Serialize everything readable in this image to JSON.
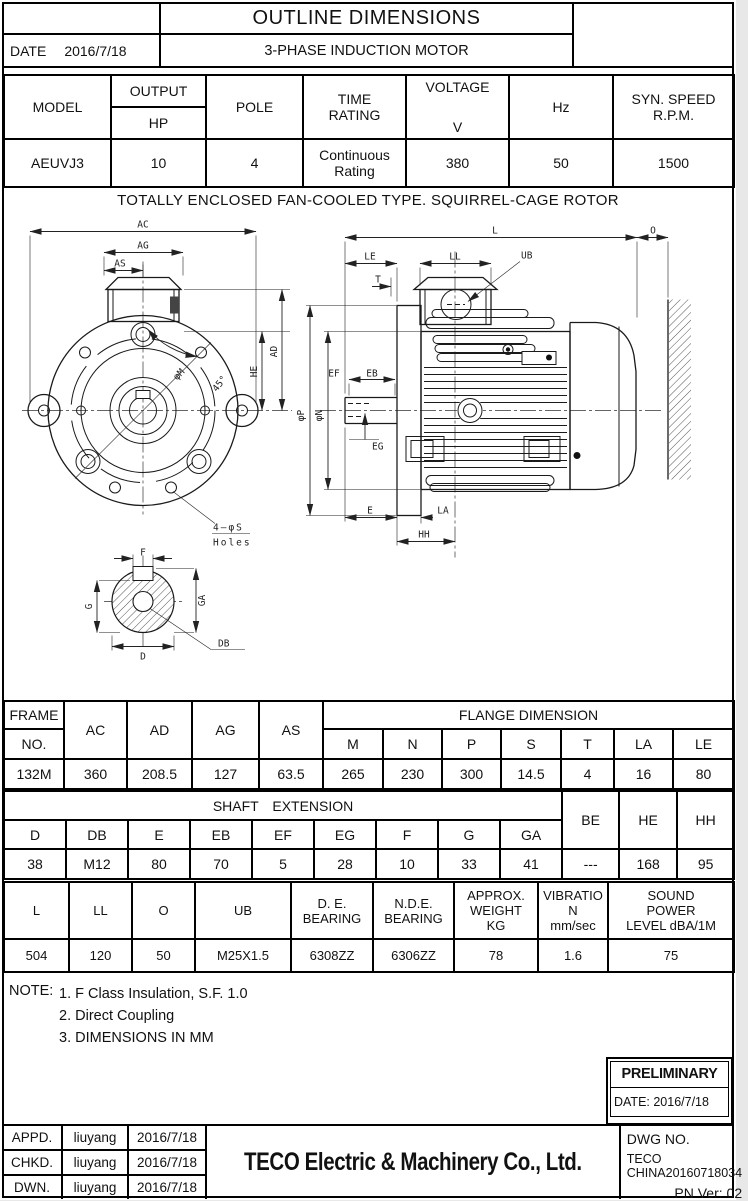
{
  "header": {
    "date_label": "DATE",
    "date_value": "2016/7/18",
    "title": "OUTLINE DIMENSIONS",
    "subtitle": "3-PHASE INDUCTION MOTOR"
  },
  "spec": {
    "model_label": "MODEL",
    "output_label": "OUTPUT",
    "hp_label": "HP",
    "pole_label": "POLE",
    "time_label": "TIME\nRATING",
    "voltage_label": "VOLTAGE",
    "voltage_unit": "V",
    "hz_label": "Hz",
    "syn_label": "SYN. SPEED\nR.P.M.",
    "model_value": "AEUVJ3",
    "output_value": "10",
    "pole_value": "4",
    "time_value": "Continuous\nRating",
    "voltage_value": "380",
    "hz_value": "50",
    "syn_value": "1500"
  },
  "drawing": {
    "caption": "TOTALLY ENCLOSED FAN-COOLED TYPE. SQUIRREL-CAGE ROTOR",
    "labels": {
      "ac": "AC",
      "ag": "AG",
      "as": "AS",
      "he": "HE",
      "ad": "AD",
      "phi_m": "φM",
      "angle": "45°",
      "holes1": "4—φS",
      "holes2": "Holes",
      "f": "F",
      "g": "G",
      "ga": "GA",
      "d": "D",
      "db": "DB",
      "l": "L",
      "o": "O",
      "le": "LE",
      "t": "T",
      "ll": "LL",
      "ub": "UB",
      "ef": "EF",
      "eb": "EB",
      "eg": "EG",
      "phi_p": "φP",
      "phi_n": "φN",
      "e": "E",
      "la": "LA",
      "hh": "HH"
    }
  },
  "flange_table": {
    "frame_label": "FRAME",
    "no_label": "NO.",
    "group_label": "FLANGE DIMENSION",
    "headers": [
      "AC",
      "AD",
      "AG",
      "AS"
    ],
    "sub_headers": [
      "M",
      "N",
      "P",
      "S",
      "T",
      "LA",
      "LE"
    ],
    "frame_value": "132M",
    "values": [
      "360",
      "208.5",
      "127",
      "63.5",
      "265",
      "230",
      "300",
      "14.5",
      "4",
      "16",
      "80"
    ]
  },
  "shaft_table": {
    "group_label": "SHAFT EXTENSION",
    "sub_headers": [
      "D",
      "DB",
      "E",
      "EB",
      "EF",
      "EG",
      "F",
      "G",
      "GA"
    ],
    "span_headers": [
      "BE",
      "HE",
      "HH"
    ],
    "values": [
      "38",
      "M12",
      "80",
      "70",
      "5",
      "28",
      "10",
      "33",
      "41",
      "---",
      "168",
      "95"
    ]
  },
  "misc_table": {
    "headers": [
      "L",
      "LL",
      "O",
      "UB",
      "D. E.\nBEARING",
      "N.D.E.\nBEARING",
      "APPROX.\nWEIGHT\nKG",
      "VIBRATIO\nN\nmm/sec",
      "SOUND\nPOWER\nLEVEL dBA/1M"
    ],
    "values": [
      "504",
      "120",
      "50",
      "M25X1.5",
      "6308ZZ",
      "6306ZZ",
      "78",
      "1.6",
      "75"
    ]
  },
  "note": {
    "label": "NOTE:",
    "items": [
      "1. F Class Insulation, S.F. 1.0",
      "2. Direct Coupling",
      "3. DIMENSIONS IN MM"
    ]
  },
  "preliminary": {
    "title": "PRELIMINARY",
    "date": "DATE: 2016/7/18"
  },
  "footer": {
    "approvals": [
      {
        "role": "APPD.",
        "name": "liuyang",
        "date": "2016/7/18"
      },
      {
        "role": "CHKD.",
        "name": "liuyang",
        "date": "2016/7/18"
      },
      {
        "role": "DWN.",
        "name": "liuyang",
        "date": "2016/7/18"
      }
    ],
    "company": "TECO Electric & Machinery Co., Ltd.",
    "dwg_label": "DWG NO.",
    "dwg_value": "TECO CHINA20160718034",
    "pn": "PN Ver: 02"
  }
}
